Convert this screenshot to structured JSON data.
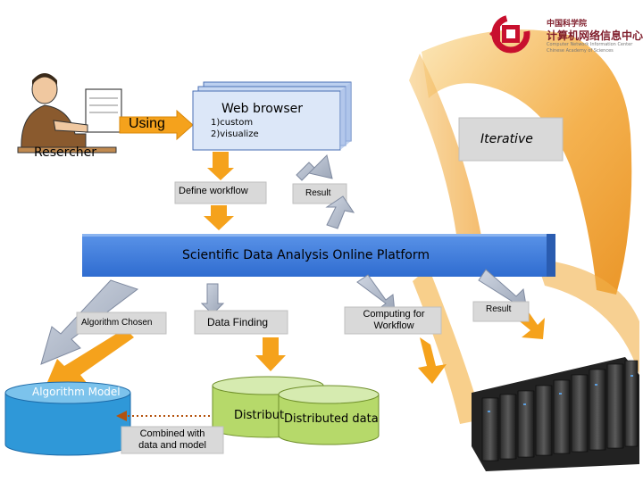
{
  "logo": {
    "name_zh": "中国科学院",
    "center_zh": "计算机网络信息中心",
    "name_en_line1": "Computer Network Information Center",
    "name_en_line2": "Chinese Academy of Sciences"
  },
  "researcher": {
    "using": "Using",
    "label": "Resercher"
  },
  "browser": {
    "title": "Web browser",
    "line1": "1)custom",
    "line2": "2)visualize"
  },
  "iterative": "Iterative",
  "define_workflow": "Define workflow",
  "result_top": "Result",
  "platform": "Scientific Data Analysis Online Platform",
  "algorithm_chosen": "Algorithm Chosen",
  "data_finding": "Data Finding",
  "computing": {
    "line1": "Computing for",
    "line2": "Workflow"
  },
  "result_right": "Result",
  "algorithm_model": "Algorithm Model",
  "distributed_back": "Distribut",
  "distributed_front": "Distributed data",
  "combined": {
    "line1": "Combined with",
    "line2": "data and model"
  },
  "colors": {
    "platform_blue": "#3a78d8",
    "arrow_orange": "#f5a21c",
    "cylinder_blue": "#2f98d8",
    "cylinder_green": "#b6d96a",
    "brand_red": "#c8102e"
  }
}
